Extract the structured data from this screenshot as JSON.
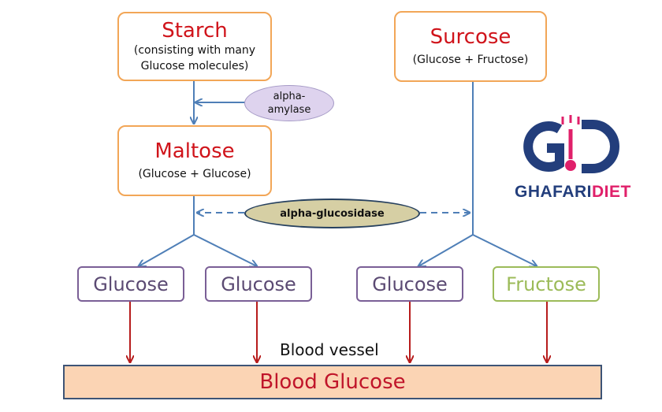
{
  "colors": {
    "box_border_orange": "#f2a657",
    "title_red": "#d0141b",
    "connector_blue": "#4f7fb7",
    "arrow_red": "#b71c1c",
    "glucose_purple": "#7a5f96",
    "fructose_green": "#9cbb59",
    "bar_fill": "#fbd4b4",
    "logo_navy": "#233e7c",
    "logo_pink": "#e0206a"
  },
  "starch": {
    "title": "Starch",
    "sub_line1": "(consisting with many",
    "sub_line2": "Glucose molecules)"
  },
  "surcose": {
    "title": "Surcose",
    "sub": "(Glucose + Fructose)"
  },
  "maltose": {
    "title": "Maltose",
    "sub": "(Glucose + Glucose)"
  },
  "enzymes": {
    "amylase_line1": "alpha-",
    "amylase_line2": "amylase",
    "glucosidase": "alpha-glucosidase"
  },
  "monosaccharides": [
    "Glucose",
    "Glucose",
    "Glucose",
    "Fructose"
  ],
  "blood_vessel_label": "Blood vessel",
  "blood_glucose_label": "Blood Glucose",
  "logo": {
    "text_part1": "GHAFARI",
    "text_part2": "DIET"
  }
}
